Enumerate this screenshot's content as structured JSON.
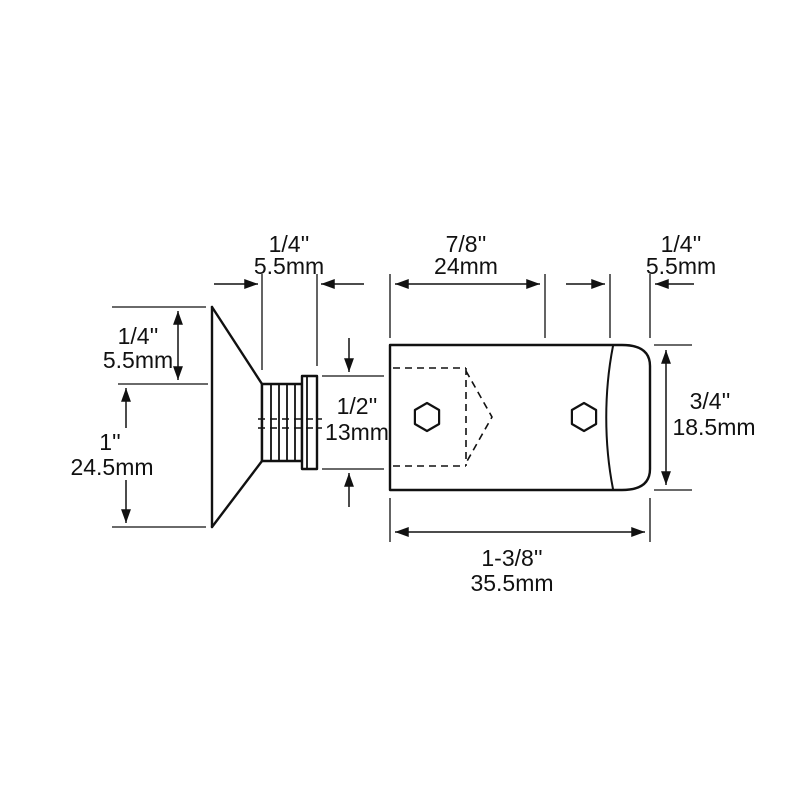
{
  "figure": {
    "background": "#ffffff",
    "line_color": "#111111"
  },
  "dims": {
    "stub_length": {
      "inch": "1/4''",
      "mm": "5.5mm"
    },
    "body_length": {
      "inch": "7/8''",
      "mm": "24mm"
    },
    "end_section": {
      "inch": "1/4''",
      "mm": "5.5mm"
    },
    "flange_offset": {
      "inch": "1/4''",
      "mm": "5.5mm"
    },
    "flange_height": {
      "inch": "1''",
      "mm": "24.5mm"
    },
    "stub_diameter": {
      "inch": "1/2''",
      "mm": "13mm"
    },
    "body_diameter": {
      "inch": "3/4''",
      "mm": "18.5mm"
    },
    "overall_length": {
      "inch": "1-3/8''",
      "mm": "35.5mm"
    }
  }
}
